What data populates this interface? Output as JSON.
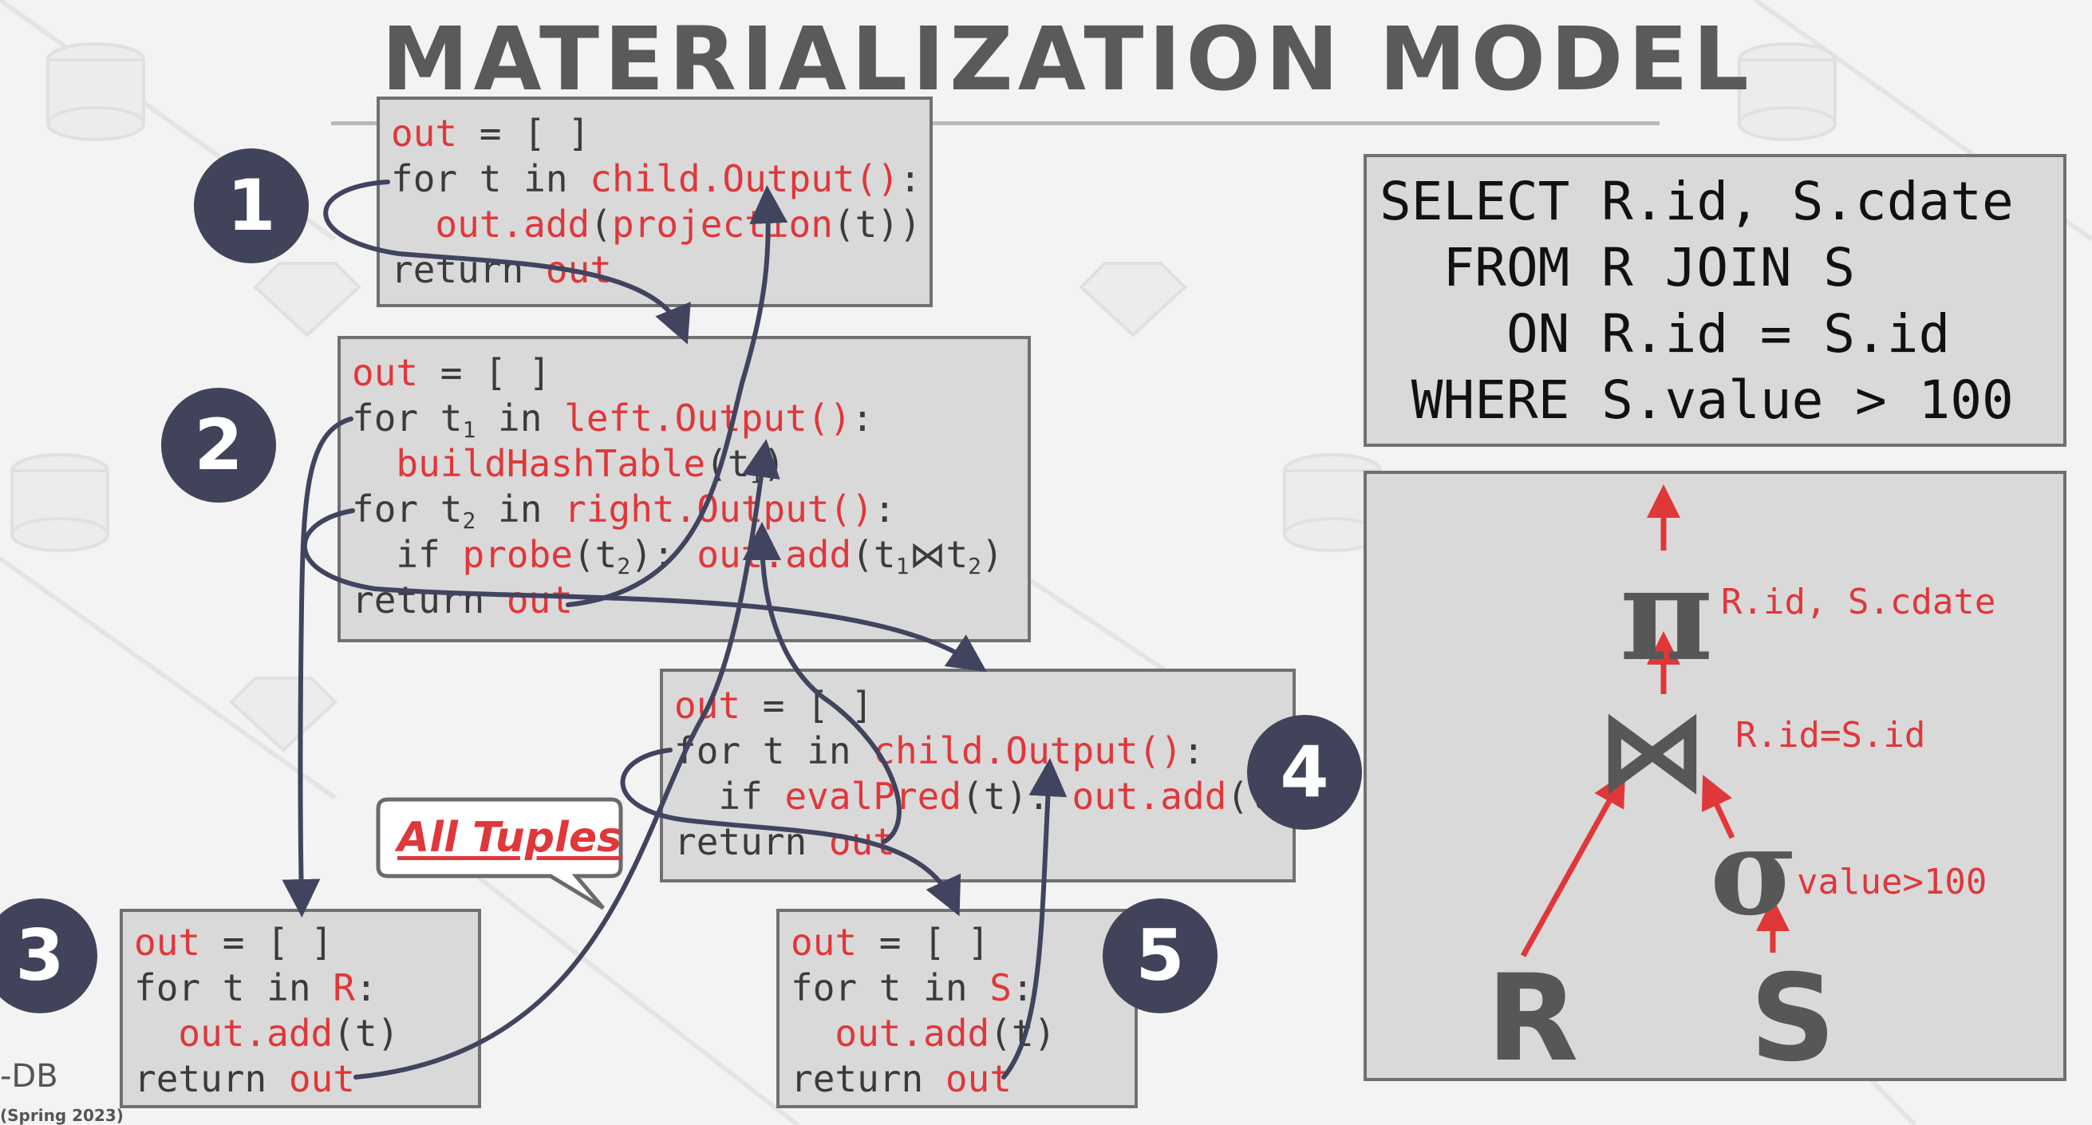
{
  "title": "MATERIALIZATION MODEL",
  "boxes": {
    "b1": {
      "l1a": "out",
      "l1b": " = [ ]",
      "l2a": "for t in ",
      "l2b": "child.Output()",
      "l2c": ":",
      "l3a": "  ",
      "l3b": "out.add",
      "l3c": "(",
      "l3d": "projection",
      "l3e": "(t))",
      "l4a": "return ",
      "l4b": "out"
    },
    "b2": {
      "l1a": "out",
      "l1b": " = [ ]",
      "l2a": "for t",
      "l2s": "1",
      "l2b": " in ",
      "l2c": "left.Output()",
      "l2d": ":",
      "l3a": "  ",
      "l3b": "buildHashTable",
      "l3c": "(t",
      "l3s": "1",
      "l3d": ")",
      "l4a": "for t",
      "l4s": "2",
      "l4b": " in ",
      "l4c": "right.Output()",
      "l4d": ":",
      "l5a": "  if ",
      "l5b": "probe",
      "l5c": "(t",
      "l5s": "2",
      "l5d": "): ",
      "l5e": "out.add",
      "l5f": "(t",
      "l5s2": "1",
      "l5g": "⋈t",
      "l5s3": "2",
      "l5h": ")",
      "l6a": "return ",
      "l6b": "out"
    },
    "b3": {
      "l1a": "out",
      "l1b": " = [ ]",
      "l2a": "for t in ",
      "l2b": "R",
      "l2c": ":",
      "l3a": "  ",
      "l3b": "out.add",
      "l3c": "(t)",
      "l4a": "return ",
      "l4b": "out"
    },
    "b4": {
      "l1a": "out",
      "l1b": " = [ ]",
      "l2a": "for t in ",
      "l2b": "child.Output()",
      "l2c": ":",
      "l3a": "  if ",
      "l3b": "evalPred",
      "l3c": "(t): ",
      "l3d": "out.add",
      "l3e": "(t)",
      "l4a": "return ",
      "l4b": "out"
    },
    "b5": {
      "l1a": "out",
      "l1b": " = [ ]",
      "l2a": "for t in ",
      "l2b": "S",
      "l2c": ":",
      "l3a": "  ",
      "l3b": "out.add",
      "l3c": "(t)",
      "l4a": "return ",
      "l4b": "out"
    }
  },
  "badges": {
    "one": "1",
    "two": "2",
    "three": "3",
    "four": "4",
    "five": "5"
  },
  "callout": {
    "pre": "All",
    "post": " Tuples"
  },
  "sql": {
    "l1a": "SELECT",
    "l1b": " R.id, S.cdate",
    "l2a": "  FROM",
    "l2b": " R JOIN S",
    "l3a": "    ON",
    "l3b": " R.id = S.id",
    "l4a": " WHERE",
    "l4b": " S.value > 100"
  },
  "plan": {
    "pi": "π",
    "pi_label": "R.id, S.cdate",
    "join": "⋈",
    "join_label": "R.id=S.id",
    "sigma": "σ",
    "sigma_label": "value>100",
    "r": "R",
    "s": "S"
  },
  "footer": {
    "logo": "-DB",
    "course": "(Spring 2023)"
  },
  "colors": {
    "badge": "#404359",
    "code_red": "#e0373a",
    "arrow": "#41445f",
    "plan_arrow": "#e0373a"
  }
}
